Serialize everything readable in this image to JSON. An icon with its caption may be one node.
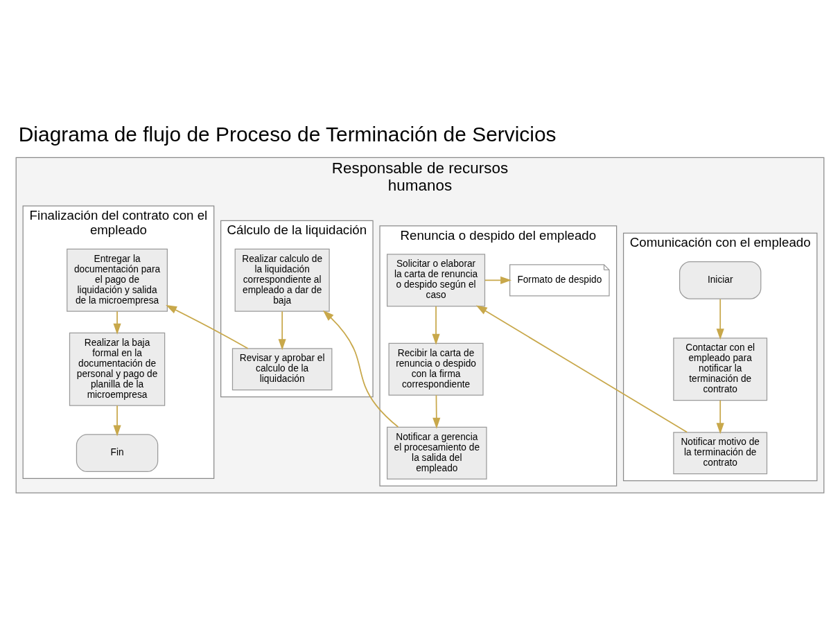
{
  "diagram": {
    "title": "Diagrama de flujo de Proceso de Terminación de Servicios",
    "nodes": [
      {
        "text": [
          "Responsable de recursos humanos"
        ]
      },
      {
        "text": [
          "Comunicación con el empleado"
        ],
        "in": 0
      },
      {
        "text": [
          "Renuncia o despido del empleado"
        ],
        "in": 0
      },
      {
        "text": [
          "Cálculo de la liquidación"
        ],
        "in": 0
      },
      {
        "text": [
          "Finalización del contrato con el empleado"
        ],
        "in": 0
      },
      {
        "text": [
          "Iniciar"
        ],
        "in": 1
      },
      {
        "text": [
          "Contactar con el empleado para notificar la terminación de contrato"
        ],
        "in": 1
      },
      {
        "text": [
          "Notificar motivo de la terminación de contrato"
        ],
        "in": 1
      },
      {
        "text": [
          "Solicitar o elaborar la carta de renuncia o despido según el caso"
        ],
        "in": 2
      },
      {
        "text": [
          "Formato de despido"
        ],
        "in": 2
      },
      {
        "text": [
          "Recibir la carta de renuncia o despido con la firma correspondiente"
        ],
        "in": 2
      },
      {
        "text": [
          "Notificar a gerencia el procesamiento de la salida del empleado"
        ],
        "in": 2
      },
      {
        "text": [
          "Realizar calculo de la liquidación correspondiente al empleado a dar de baja"
        ],
        "in": 3
      },
      {
        "text": [
          "Revisar y aprobar el calculo de la liquidación"
        ],
        "in": 3
      },
      {
        "text": [
          "Entregar la documentación para el pago de liquidación y salida de la microempresa"
        ],
        "in": 4
      },
      {
        "text": [
          "Realizar la baja formal en la documentación de personal y pago de planilla de la microempresa"
        ],
        "in": 4
      },
      {
        "text": [
          "Fin"
        ],
        "in": 4
      }
    ],
    "edges": [
      {
        "from": 5,
        "to": 6,
        "arrow": "to"
      },
      {
        "from": 6,
        "to": 7,
        "arrow": "to"
      },
      {
        "from": 7,
        "to": 8,
        "arrow": "to"
      },
      {
        "from": 8,
        "to": 9,
        "arrow": "to"
      },
      {
        "from": 8,
        "to": 10,
        "arrow": "to"
      },
      {
        "from": 10,
        "to": 11,
        "arrow": "to"
      },
      {
        "from": 11,
        "to": 12,
        "arrow": "to"
      },
      {
        "from": 12,
        "to": 13,
        "arrow": "to"
      },
      {
        "from": 13,
        "to": 14,
        "arrow": "to"
      },
      {
        "from": 14,
        "to": 15,
        "arrow": "to"
      },
      {
        "from": 15,
        "to": 16,
        "arrow": "to"
      }
    ]
  }
}
